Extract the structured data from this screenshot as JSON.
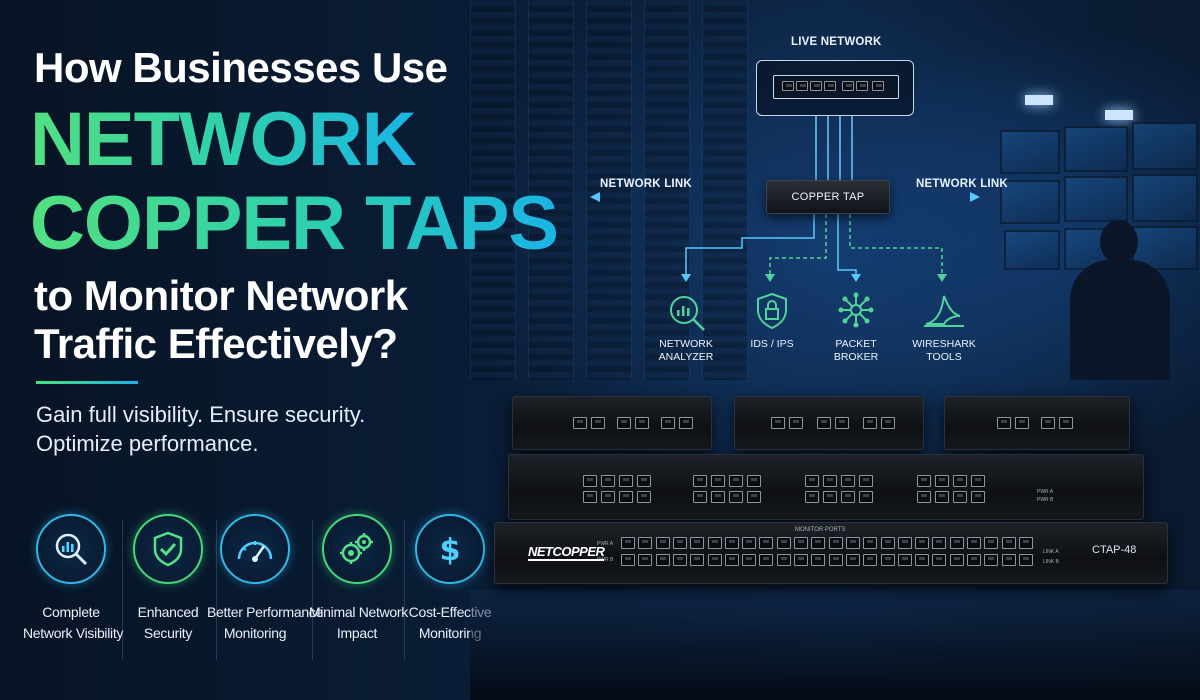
{
  "headline": {
    "line1": "How Businesses Use",
    "line2": "NETWORK",
    "line3": "COPPER TAPS",
    "line4": "to Monitor Network",
    "line5": "Traffic Effectively?"
  },
  "tagline": {
    "line1": "Gain full visibility. Ensure security.",
    "line2": "Optimize performance."
  },
  "diagram": {
    "live_network": "LIVE NETWORK",
    "network_link_left": "NETWORK LINK",
    "network_link_right": "NETWORK LINK",
    "copper_tap": "COPPER TAP",
    "tools": [
      {
        "label1": "NETWORK",
        "label2": "ANALYZER",
        "icon": "magnifier-chart-icon"
      },
      {
        "label1": "IDS / IPS",
        "label2": "",
        "icon": "shield-lock-icon"
      },
      {
        "label1": "PACKET",
        "label2": "BROKER",
        "icon": "hub-network-icon"
      },
      {
        "label1": "WIRESHARK",
        "label2": "TOOLS",
        "icon": "shark-fin-icon"
      }
    ]
  },
  "benefits": [
    {
      "label1": "Complete",
      "label2": "Network Visibility",
      "icon": "magnifier-chart-icon"
    },
    {
      "label1": "Enhanced",
      "label2": "Security",
      "icon": "shield-check-icon"
    },
    {
      "label1": "Better Performance",
      "label2": "Monitoring",
      "icon": "speedometer-icon"
    },
    {
      "label1": "Minimal Network",
      "label2": "Impact",
      "icon": "gears-icon"
    },
    {
      "label1": "Cost-Effective",
      "label2": "Monitoring",
      "icon": "dollar-icon"
    }
  ],
  "hardware": {
    "brand": "NETCOPPER",
    "model": "CTAP-48",
    "monitor_ports_label": "MONITOR PORTS",
    "pwr_a": "PWR A",
    "pwr_b": "PWR B",
    "link_a": "LINK A",
    "link_b": "LINK B"
  },
  "colors": {
    "accent_green": "#48e27a",
    "accent_cyan": "#1db0e8",
    "link_blue": "#3fb6ff",
    "background": "#071425"
  }
}
